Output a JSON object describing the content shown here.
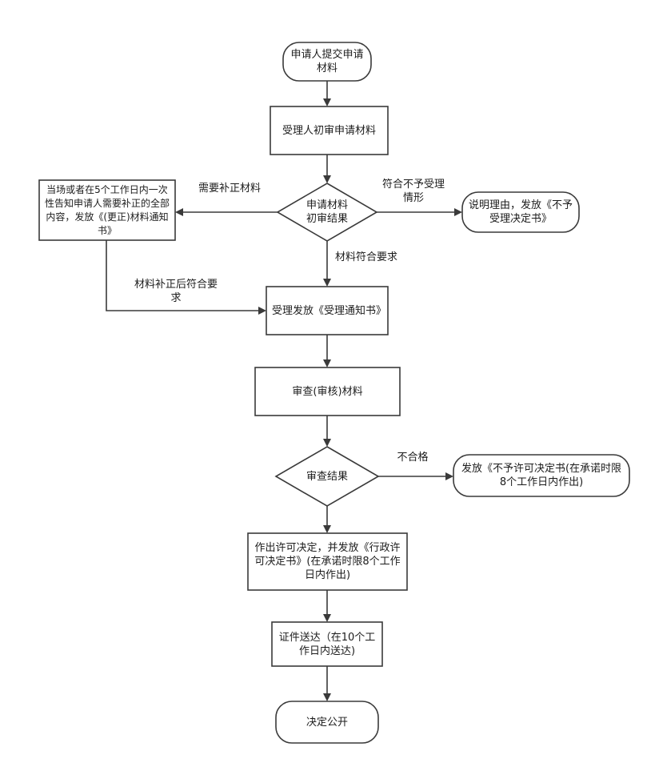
{
  "nodes": {
    "submit": "申请人提交申请材料",
    "initial_review": "受理人初审申请材料",
    "initial_result": "申请材料初审结果",
    "supplement_notice": "当场或者在5个工作日内一次性告知申请人需要补正的全部内容，发放《(更正)材料通知书》",
    "reject_notice": "说明理由，发放《不予受理决定书》",
    "accept_notice": "受理发放《受理通知书》",
    "review": "审查(审核)材料",
    "review_result": "审查结果",
    "deny_permit": "发放《不予许可决定书(在承诺时限8个工作日内作出)",
    "grant_permit": "作出许可决定，并发放《行政许可决定书》(在承诺时限8个工作日内作出)",
    "deliver": "证件送达（在10个工作日内送达)",
    "publish": "决定公开"
  },
  "edges": {
    "need_supplement": "需要补正材料",
    "not_accepted": "符合不予受理情形",
    "meets_requirements": "材料符合要求",
    "after_supplement": "材料补正后符合要求",
    "unqualified": "不合格"
  }
}
